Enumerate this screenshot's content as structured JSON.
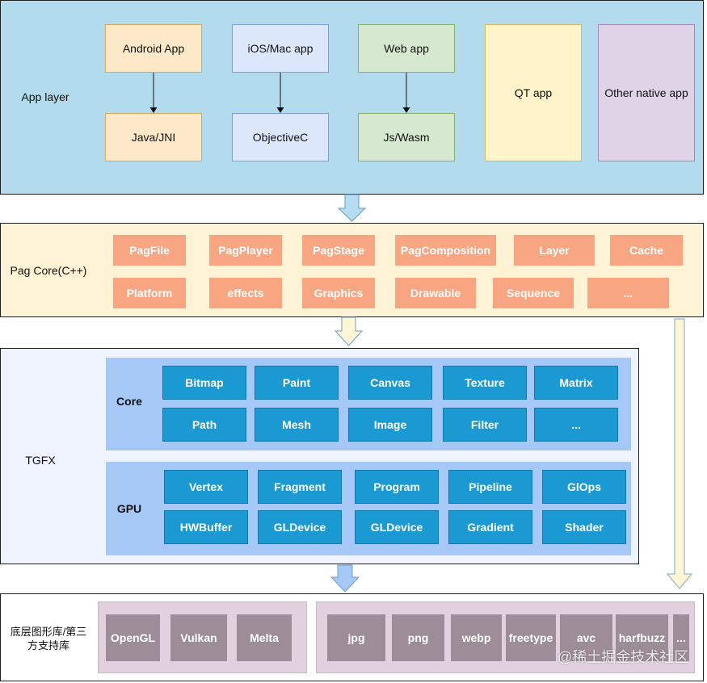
{
  "app_layer": {
    "label": "App layer",
    "android_app": "Android App",
    "java_jni": "Java/JNI",
    "ios_mac_app": "iOS/Mac app",
    "objective_c": "ObjectiveC",
    "web_app": "Web app",
    "js_wasm": "Js/Wasm",
    "qt_app": "QT app",
    "other_native_app": "Other native app"
  },
  "pag_core": {
    "label": "Pag Core(C++)",
    "row1": [
      "PagFile",
      "PagPlayer",
      "PagStage",
      "PagComposition",
      "Layer",
      "Cache"
    ],
    "row2": [
      "Platform",
      "effects",
      "Graphics",
      "Drawable",
      "Sequence",
      "..."
    ]
  },
  "tgfx": {
    "label": "TGFX",
    "core": {
      "label": "Core",
      "row1": [
        "Bitmap",
        "Paint",
        "Canvas",
        "Texture",
        "Matrix"
      ],
      "row2": [
        "Path",
        "Mesh",
        "Image",
        "Filter",
        "..."
      ]
    },
    "gpu": {
      "label": "GPU",
      "row1": [
        "Vertex",
        "Fragment",
        "Program",
        "Pipeline",
        "GlOps"
      ],
      "row2": [
        "HWBuffer",
        "GLDevice",
        "GLDevice",
        "Gradient",
        "Shader"
      ]
    }
  },
  "third_party": {
    "label": "底层图形库/第三方支持库",
    "graphics_libs": [
      "OpenGL",
      "Vulkan",
      "Melta"
    ],
    "support_libs": [
      "jpg",
      "png",
      "webp",
      "freetype",
      "avc",
      "harfbuzz",
      "..."
    ]
  },
  "watermark": "@稀土掘金技术社区",
  "colors": {
    "app_layer_bg": "#b2dcee",
    "pag_layer_bg": "#fff3d5",
    "tgfx_layer_bg": "#eef3fd",
    "pag_box": "#f8a582",
    "tgfx_box": "#1b99d2",
    "tgfx_group": "#a6c8f7",
    "lib_panel": "#e1d0dd",
    "lib_box": "#9d8d98",
    "android_box": "#fde8c8",
    "ios_box": "#dce7fb",
    "web_box": "#d6e8cf",
    "qt_box": "#fef3c9",
    "other_box": "#e0d3e8",
    "arrow_blue": "#b6dcf2",
    "arrow_yellow": "#fef6d4"
  }
}
